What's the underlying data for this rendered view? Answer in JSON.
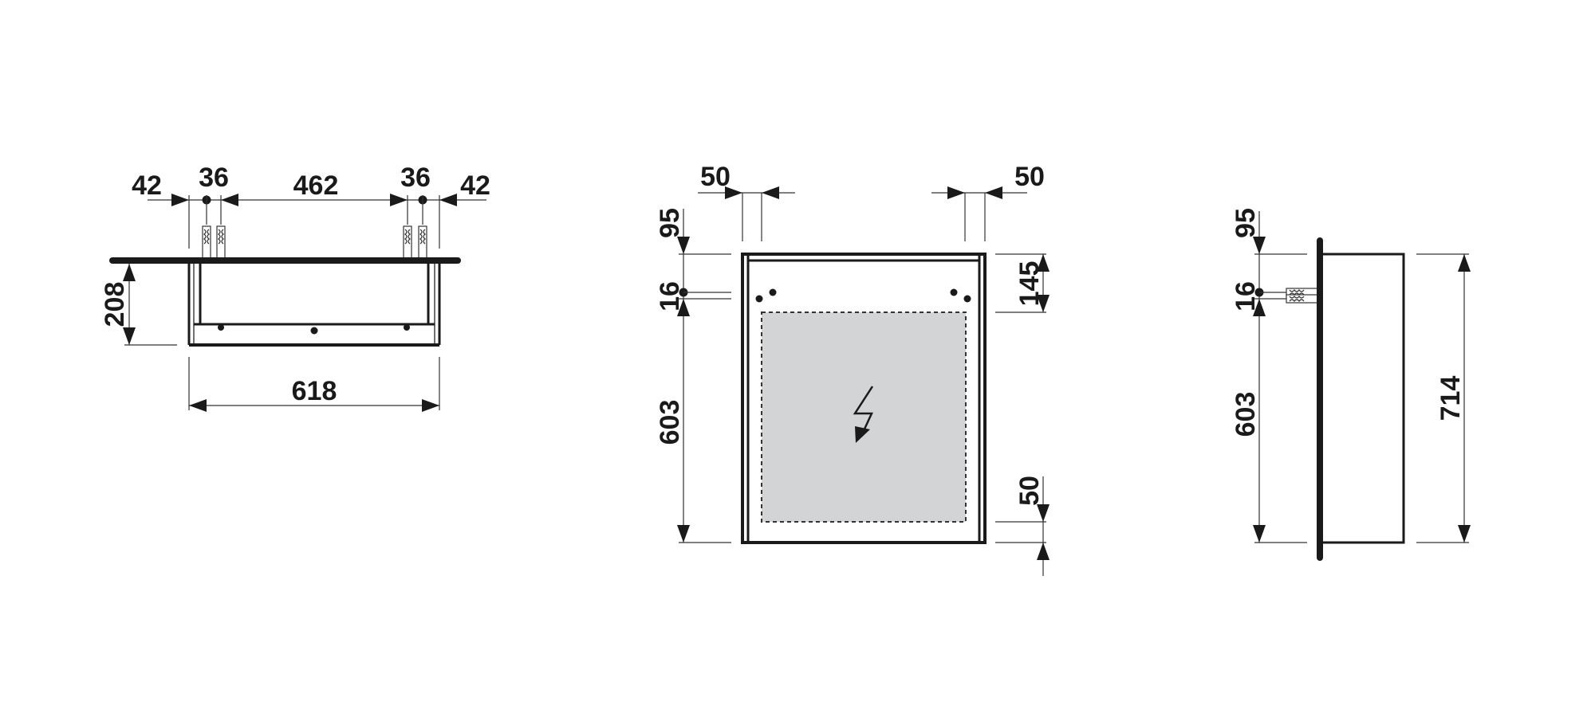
{
  "drawing": {
    "type": "technical-dimension-drawing",
    "units": "mm",
    "colors": {
      "line": "#1a1a1a",
      "dimension_line": "#333333",
      "mirror_area_fill": "#d3d4d6",
      "background": "#ffffff"
    },
    "views": {
      "top_view": {
        "dims": {
          "left_edge": "42",
          "left_plug_spacing": "36",
          "center_span": "462",
          "right_plug_spacing": "36",
          "right_edge": "42",
          "depth": "208",
          "width": "618"
        }
      },
      "front_view": {
        "dims": {
          "left_inset": "50",
          "right_inset": "50",
          "top_offset": "95",
          "plug_spacing": "16",
          "mount_height": "603",
          "top_panel": "145",
          "bottom_margin": "50"
        },
        "symbol": "electrical-connection-icon"
      },
      "side_view": {
        "dims": {
          "top_offset": "95",
          "plug_spacing": "16",
          "mount_height": "603",
          "height": "714"
        }
      }
    }
  }
}
